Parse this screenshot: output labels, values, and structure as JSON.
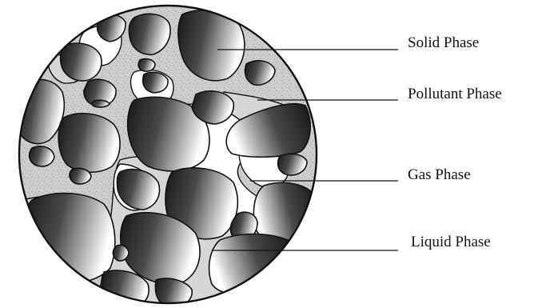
{
  "labels": {
    "solid": "Solid Phase",
    "pollutant": "Pollutant Phase",
    "gas": "Gas Phase",
    "liquid": "Liquid Phase"
  },
  "colors": {
    "background": "#ffffff",
    "outline": "#111111",
    "pollutant_fill": "#cfcfcf",
    "liquid_fill": "#d6d6d6",
    "gas_fill": "#ffffff",
    "grain_dark": "#151515",
    "grain_light": "#ffffff"
  }
}
